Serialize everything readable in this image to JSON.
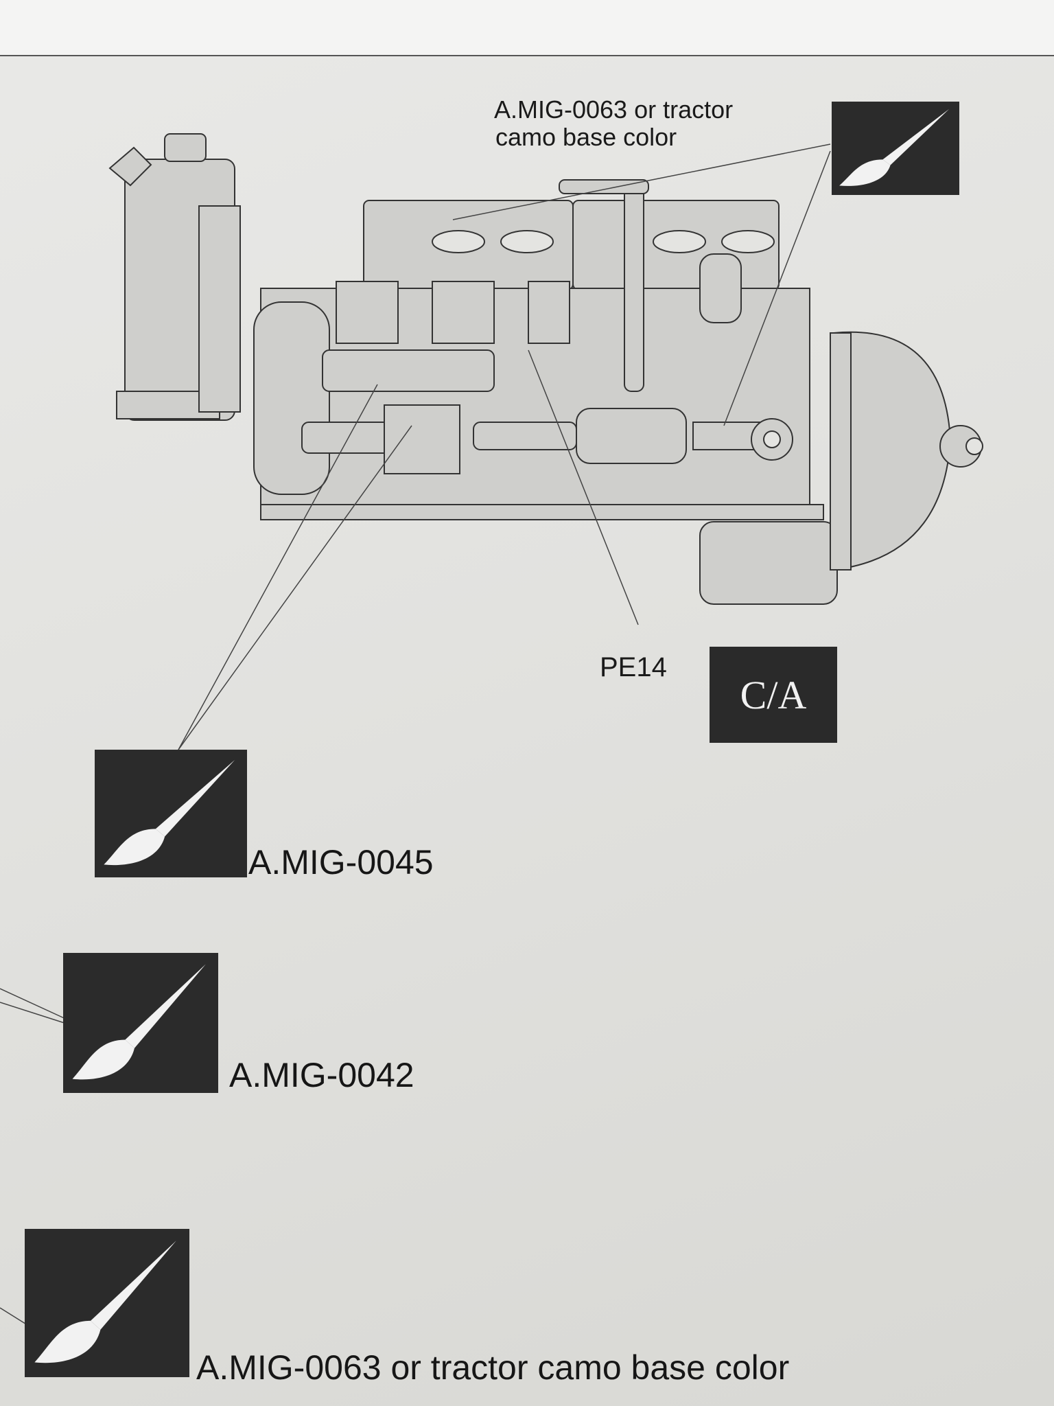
{
  "callouts": {
    "top_right": {
      "line1": "A.MIG-0063 or tractor",
      "line2": "camo base color",
      "icon": "paintbrush-icon"
    },
    "part_ref": "PE14",
    "part_ref_badge": "C/A",
    "left_1": {
      "label": "A.MIG-0045",
      "icon": "paintbrush-icon"
    },
    "left_2": {
      "label": "A.MIG-0042",
      "icon": "paintbrush-icon"
    },
    "left_3": {
      "label": "A.MIG-0063 or tractor camo base color",
      "icon": "paintbrush-icon"
    }
  },
  "colors": {
    "icon_background": "#2b2b2b",
    "icon_brush": "#f2f2f2",
    "paper": "#e6e6e3"
  }
}
